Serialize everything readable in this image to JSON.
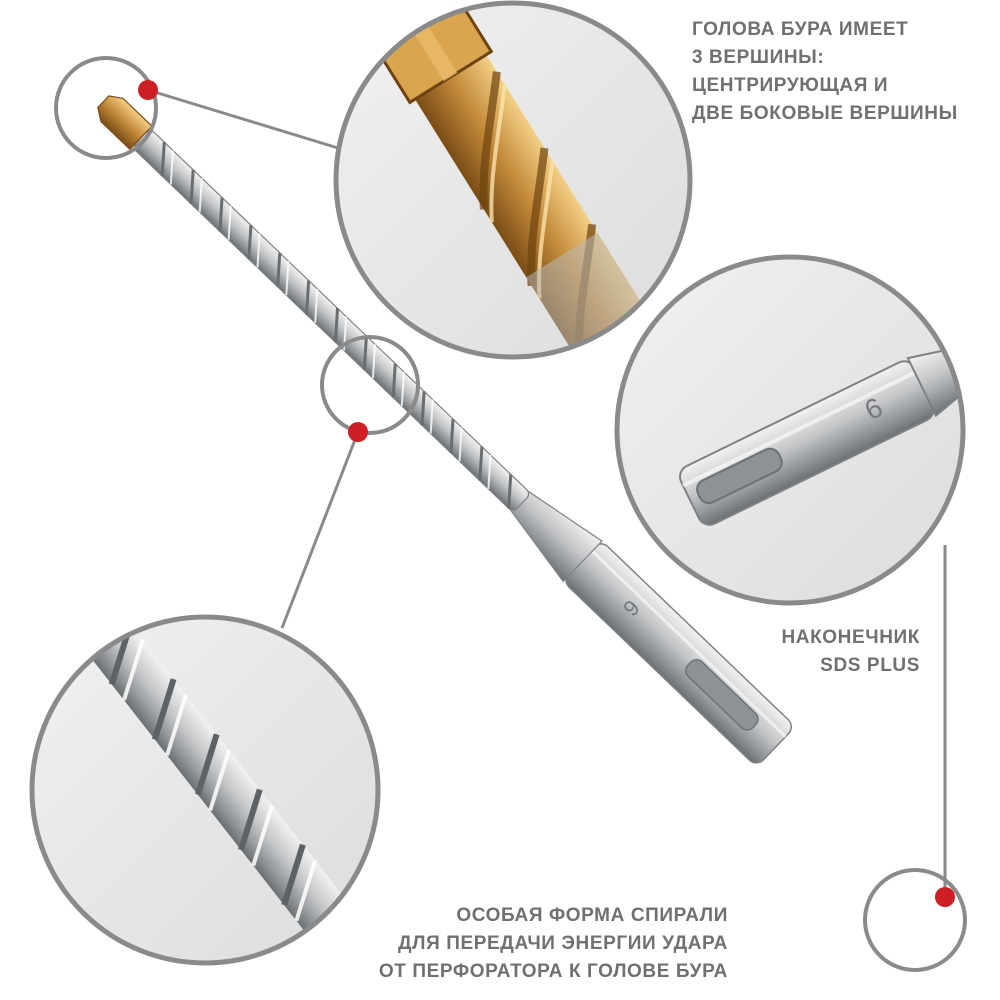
{
  "callouts": {
    "head": {
      "lines": [
        "ГОЛОВА БУРА ИМЕЕТ",
        "3 ВЕРШИНЫ:",
        "ЦЕНТРИРУЮЩАЯ И",
        "ДВЕ БОКОВЫЕ ВЕРШИНЫ"
      ]
    },
    "shank": {
      "lines": [
        "НАКОНЕЧНИК",
        "SDS PLUS"
      ]
    },
    "spiral": {
      "lines": [
        "ОСОБАЯ ФОРМА СПИРАЛИ",
        "ДЛЯ ПЕРЕДАЧИ ЭНЕРГИИ УДАРА",
        "ОТ ПЕРФОРАТОРА К ГОЛОВЕ БУРА"
      ]
    }
  },
  "product": {
    "size_marking": "6"
  },
  "colors": {
    "marker": "#cc1f26",
    "callout_ring": "#8a8a8a",
    "caption_text": "#707070",
    "steel": "#bfc2c4",
    "tip_gold": "#c38a3a",
    "zoom_background": "#e7e7e7"
  }
}
